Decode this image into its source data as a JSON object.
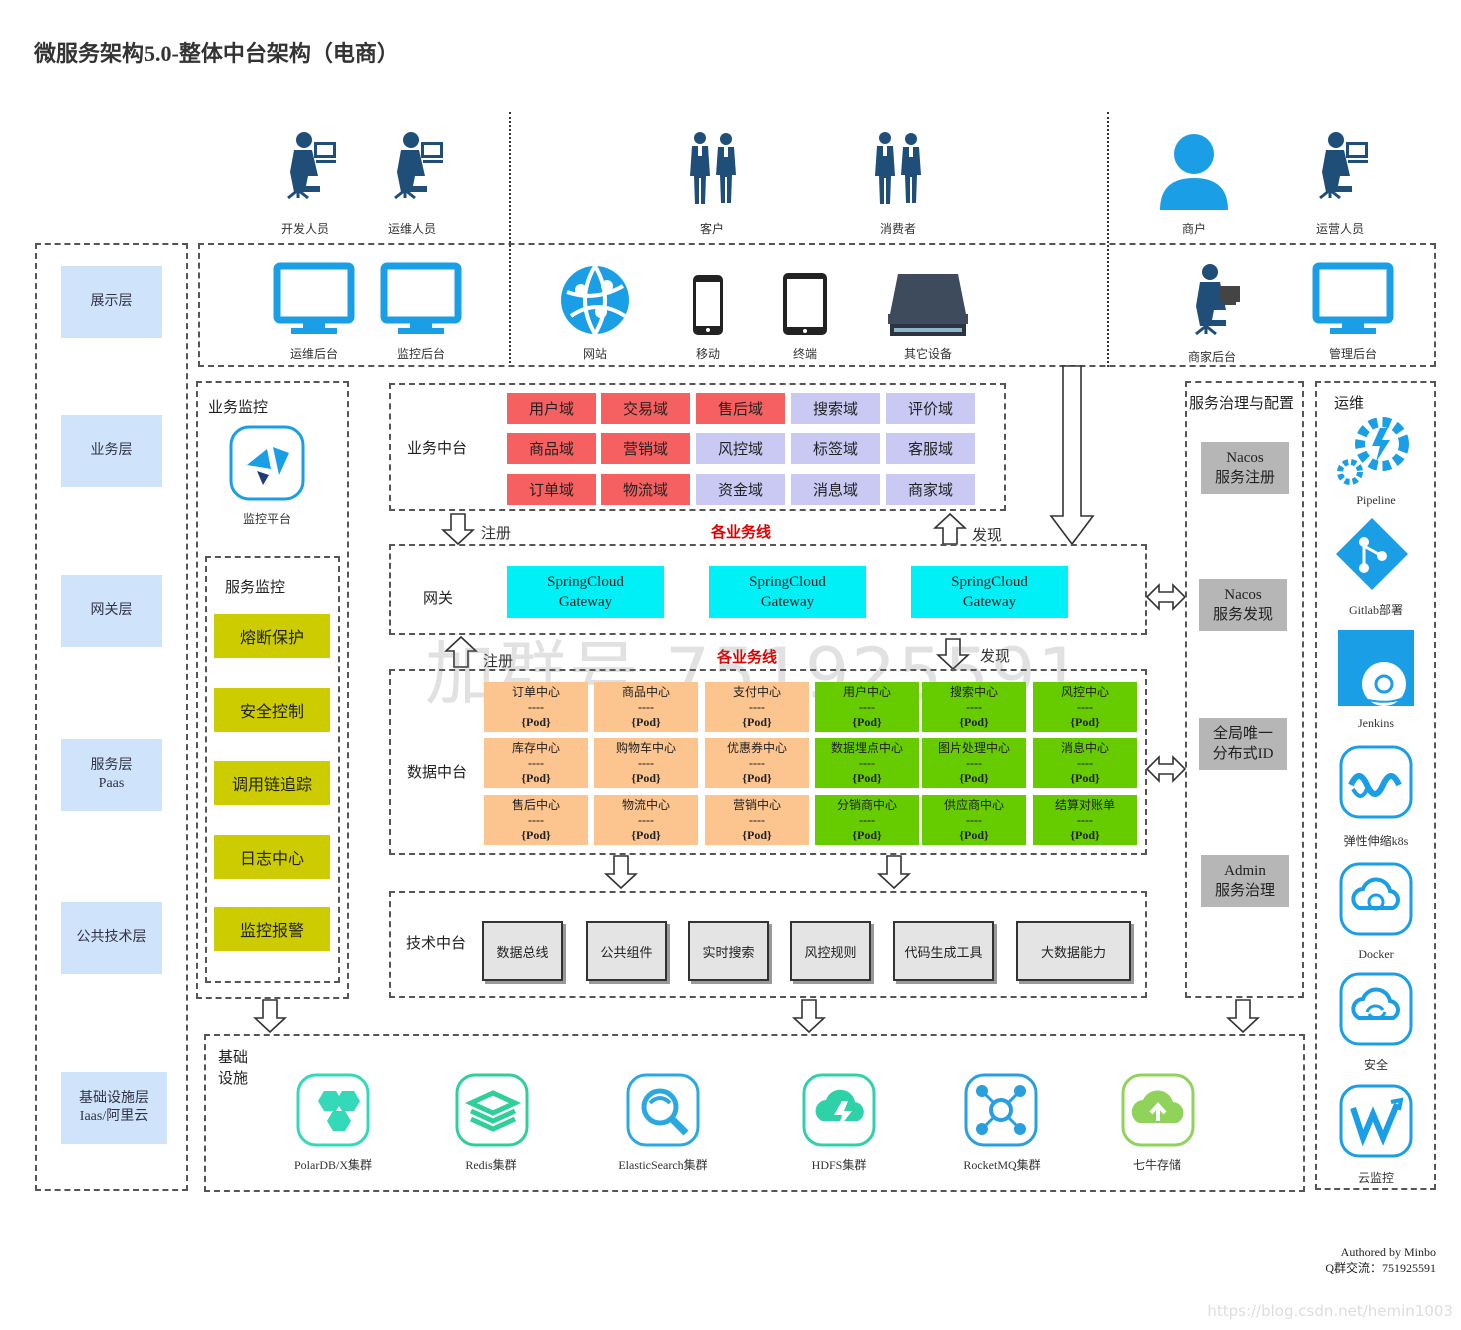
{
  "title": "微服务架构5.0-整体中台架构（电商）",
  "users": [
    {
      "label": "开发人员",
      "icon": "developer-icon"
    },
    {
      "label": "运维人员",
      "icon": "ops-person-icon"
    },
    {
      "label": "客户",
      "icon": "customer-icon"
    },
    {
      "label": "消费者",
      "icon": "consumer-icon"
    },
    {
      "label": "商户",
      "icon": "merchant-icon"
    },
    {
      "label": "运营人员",
      "icon": "operator-icon"
    }
  ],
  "presentation": [
    {
      "label": "运维后台",
      "icon": "monitor-icon"
    },
    {
      "label": "监控后台",
      "icon": "monitor-icon"
    },
    {
      "label": "网站",
      "icon": "website-icon"
    },
    {
      "label": "移动",
      "icon": "mobile-icon"
    },
    {
      "label": "终端",
      "icon": "tablet-icon"
    },
    {
      "label": "其它设备",
      "icon": "device-icon"
    },
    {
      "label": "商家后台",
      "icon": "merchant-admin-icon"
    },
    {
      "label": "管理后台",
      "icon": "monitor-icon"
    }
  ],
  "layers": [
    "展示层",
    "业务层",
    "网关层",
    "服务层\nPaas",
    "公共技术层",
    "基础设施层\nIaas/阿里云"
  ],
  "business_monitor": {
    "title": "业务监控",
    "platform": "监控平台"
  },
  "service_monitor": {
    "title": "服务监控",
    "items": [
      "熔断保护",
      "安全控制",
      "调用链追踪",
      "日志中心",
      "监控报警"
    ]
  },
  "business_center": {
    "title": "业务中台",
    "rows": [
      [
        {
          "t": "用户域",
          "c": "red"
        },
        {
          "t": "交易域",
          "c": "red"
        },
        {
          "t": "售后域",
          "c": "red"
        },
        {
          "t": "搜索域",
          "c": "lav"
        },
        {
          "t": "评价域",
          "c": "lav"
        }
      ],
      [
        {
          "t": "商品域",
          "c": "red"
        },
        {
          "t": "营销域",
          "c": "red"
        },
        {
          "t": "风控域",
          "c": "lav"
        },
        {
          "t": "标签域",
          "c": "lav"
        },
        {
          "t": "客服域",
          "c": "lav"
        }
      ],
      [
        {
          "t": "订单域",
          "c": "red"
        },
        {
          "t": "物流域",
          "c": "red"
        },
        {
          "t": "资金域",
          "c": "lav"
        },
        {
          "t": "消息域",
          "c": "lav"
        },
        {
          "t": "商家域",
          "c": "lav"
        }
      ]
    ]
  },
  "arrows": {
    "register": "注册",
    "discover": "发现",
    "bus": "各业务线"
  },
  "gateway": {
    "title": "网关",
    "items": [
      "SpringCloud\nGateway",
      "SpringCloud\nGateway",
      "SpringCloud\nGateway"
    ]
  },
  "data_center": {
    "title": "数据中台",
    "pod_sep": "----",
    "pod_tag": "{Pod}",
    "rows": [
      [
        {
          "t": "订单中心",
          "c": "orange"
        },
        {
          "t": "商品中心",
          "c": "orange"
        },
        {
          "t": "支付中心",
          "c": "orange"
        },
        {
          "t": "用户中心",
          "c": "green"
        },
        {
          "t": "搜索中心",
          "c": "green"
        },
        {
          "t": "风控中心",
          "c": "green"
        }
      ],
      [
        {
          "t": "库存中心",
          "c": "orange"
        },
        {
          "t": "购物车中心",
          "c": "orange"
        },
        {
          "t": "优惠券中心",
          "c": "orange"
        },
        {
          "t": "数据埋点中心",
          "c": "green"
        },
        {
          "t": "图片处理中心",
          "c": "green"
        },
        {
          "t": "消息中心",
          "c": "green"
        }
      ],
      [
        {
          "t": "售后中心",
          "c": "orange"
        },
        {
          "t": "物流中心",
          "c": "orange"
        },
        {
          "t": "营销中心",
          "c": "orange"
        },
        {
          "t": "分销商中心",
          "c": "green"
        },
        {
          "t": "供应商中心",
          "c": "green"
        },
        {
          "t": "结算对账单",
          "c": "green"
        }
      ]
    ]
  },
  "tech_center": {
    "title": "技术中台",
    "items": [
      "数据总线",
      "公共组件",
      "实时搜索",
      "风控规则",
      "代码生成工具",
      "大数据能力"
    ]
  },
  "governance": {
    "title": "服务治理与配置",
    "items": [
      "Nacos\n服务注册",
      "Nacos\n服务发现",
      "全局唯一\n分布式ID",
      "Admin\n服务治理"
    ]
  },
  "ops": {
    "title": "运维",
    "items": [
      {
        "label": "Pipeline",
        "icon": "pipeline-gear-icon"
      },
      {
        "label": "Gitlab部署",
        "icon": "gitlab-icon"
      },
      {
        "label": "Jenkins",
        "icon": "jenkins-icon"
      },
      {
        "label": "弹性伸缩k8s",
        "icon": "k8s-wave-icon"
      },
      {
        "label": "Docker",
        "icon": "docker-cloud-icon"
      },
      {
        "label": "安全",
        "icon": "security-cloud-icon"
      },
      {
        "label": "云监控",
        "icon": "cloud-monitor-icon"
      }
    ]
  },
  "infra": {
    "title": "基础\n设施",
    "items": [
      {
        "label": "PolarDB/X集群",
        "icon": "polardb-icon",
        "color": "#34d9b7"
      },
      {
        "label": "Redis集群",
        "icon": "redis-icon",
        "color": "#2fcf9a"
      },
      {
        "label": "ElasticSearch集群",
        "icon": "elasticsearch-icon",
        "color": "#2aa8e0"
      },
      {
        "label": "HDFS集群",
        "icon": "hdfs-icon",
        "color": "#2fd2a8"
      },
      {
        "label": "RocketMQ集群",
        "icon": "rocketmq-icon",
        "color": "#2a9fe0"
      },
      {
        "label": "七牛存储",
        "icon": "qiniu-icon",
        "color": "#8fd35a"
      }
    ]
  },
  "watermark": "加群号 751925591",
  "credit": {
    "line1": "Authored by Minbo",
    "line2": "Q群交流：751925591"
  },
  "url": "https://blog.csdn.net/hemin1003",
  "colors": {
    "domain_red": "#f66060",
    "domain_lavender": "#c9c9f4",
    "gateway": "#00f0f7",
    "pod_orange": "#fcc48f",
    "pod_green": "#66cc00",
    "monitor_olive": "#cccc00",
    "layer_blue": "#cfe3fb",
    "icon_blue": "#1a9fe6",
    "person_navy": "#1f4e79"
  }
}
